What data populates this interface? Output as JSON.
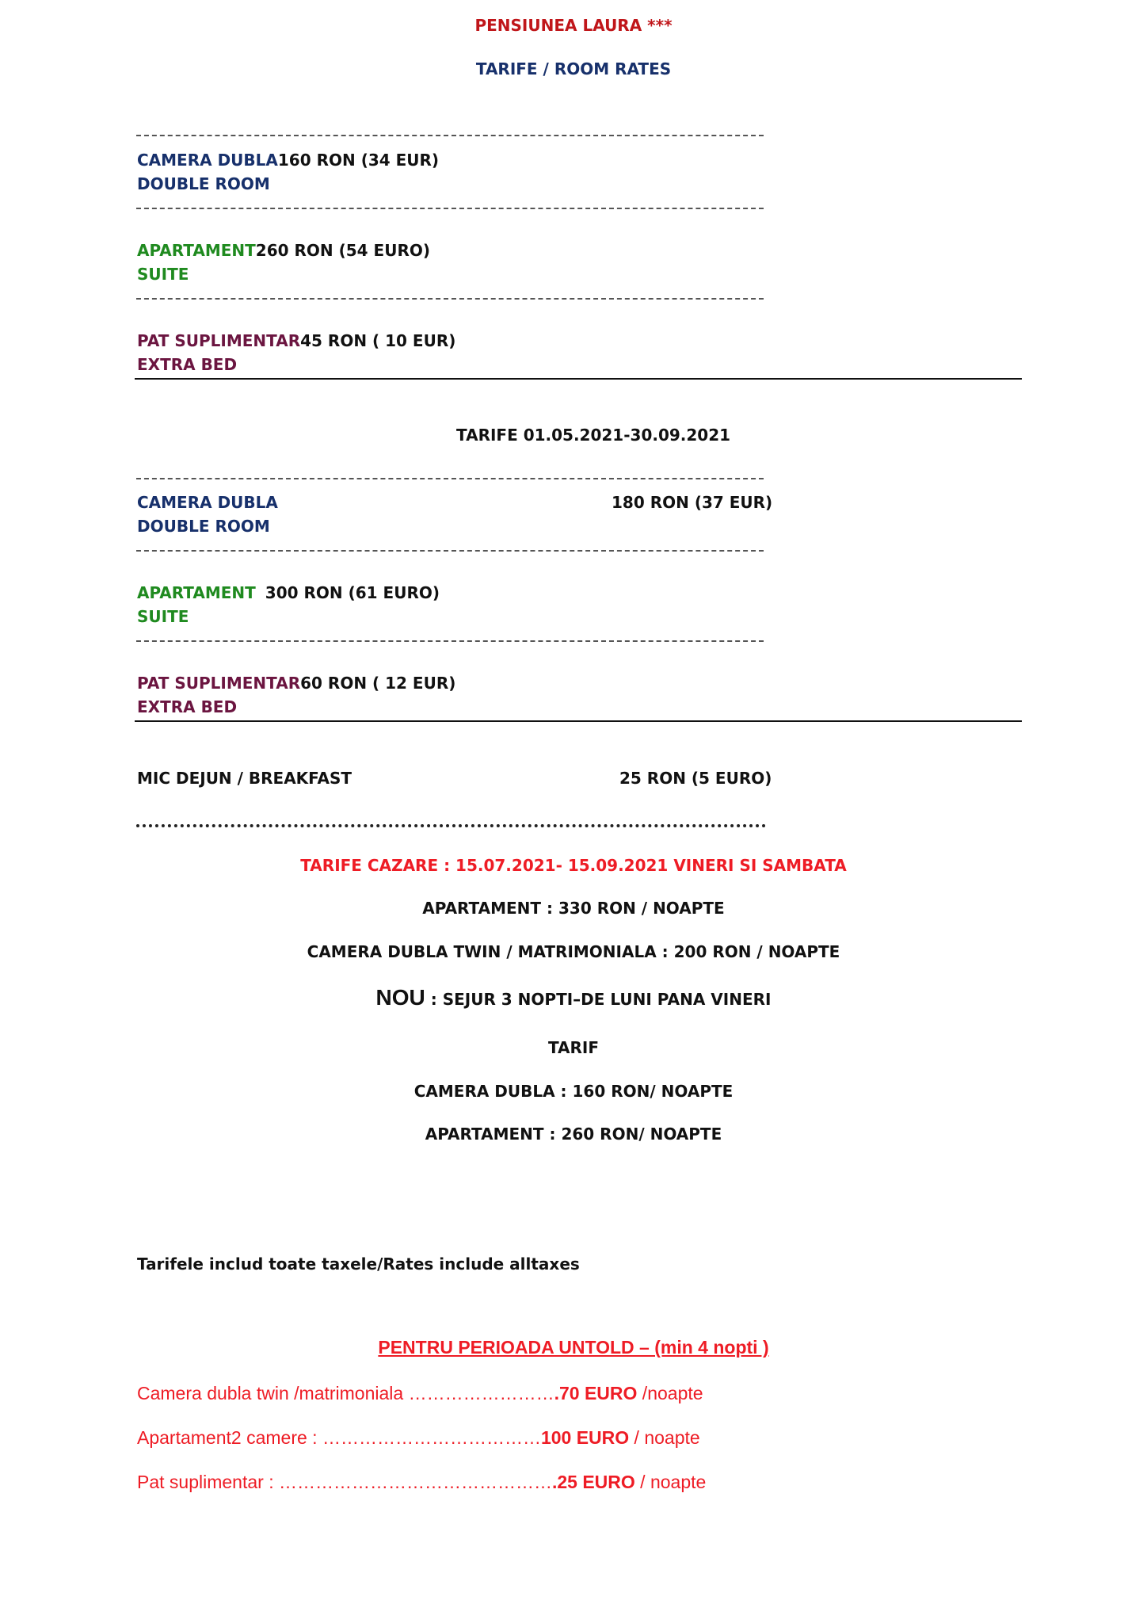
{
  "header": {
    "title": "PENSIUNEA LAURA ***",
    "subtitle": "TARIFE / ROOM RATES"
  },
  "section1": {
    "double_label": "CAMERA DUBLA",
    "double_price": "160 RON (34 EUR)",
    "double_en": "DOUBLE ROOM",
    "suite_label": "APARTAMENT",
    "suite_price": "260 RON (54 EURO)",
    "suite_en": "SUITE",
    "extra_label": "PAT SUPLIMENTAR",
    "extra_price": "45 RON ( 10 EUR)",
    "extra_en": "EXTRA BED"
  },
  "section2": {
    "title": "TARIFE 01.05.2021-30.09.2021",
    "double_label": "CAMERA DUBLA",
    "double_price": "180 RON (37 EUR)",
    "double_en": "DOUBLE ROOM",
    "suite_label": "APARTAMENT",
    "suite_price": "300 RON (61 EURO)",
    "suite_en": "SUITE",
    "extra_label": "PAT SUPLIMENTAR",
    "extra_price": "60 RON ( 12 EUR)",
    "extra_en": "EXTRA BED"
  },
  "breakfast": {
    "label": "MIC DEJUN / BREAKFAST",
    "price": "25 RON (5 EURO)"
  },
  "weekend": {
    "title": "TARIFE CAZARE : 15.07.2021- 15.09.2021  VINERI SI SAMBATA",
    "suite": "APARTAMENT : 330 RON / NOAPTE",
    "double": "CAMERA DUBLA TWIN / MATRIMONIALA : 200  RON / NOAPTE"
  },
  "offer": {
    "new_label": "NOU",
    "new_text": " : SEJUR 3 NOPTI–DE LUNI PANA VINERI",
    "tarif": "TARIF",
    "double": "CAMERA DUBLA :  160 RON/ NOAPTE",
    "suite": "APARTAMENT : 260 RON/ NOAPTE"
  },
  "taxes_note": "Tarifele includ toate taxele/Rates include alltaxes",
  "untold": {
    "title": "PENTRU PERIOADA UNTOLD – (min 4 nopti )",
    "rows": [
      {
        "label": "Camera dubla twin /matrimoniala ……………………",
        "price": ".70 EURO",
        "unit": " /noapte"
      },
      {
        "label": "Apartament2 camere : ………………………………",
        "price": "100 EURO",
        "unit": " / noapte"
      },
      {
        "label": "Pat suplimentar : ………………………………………",
        "price": ".25 EURO",
        "unit": " / noapte"
      }
    ]
  },
  "colors": {
    "navy": "#17306b",
    "green": "#1f8a1f",
    "maroon": "#6b1540",
    "dark_red": "#c0161a",
    "red": "#ee1c25"
  }
}
